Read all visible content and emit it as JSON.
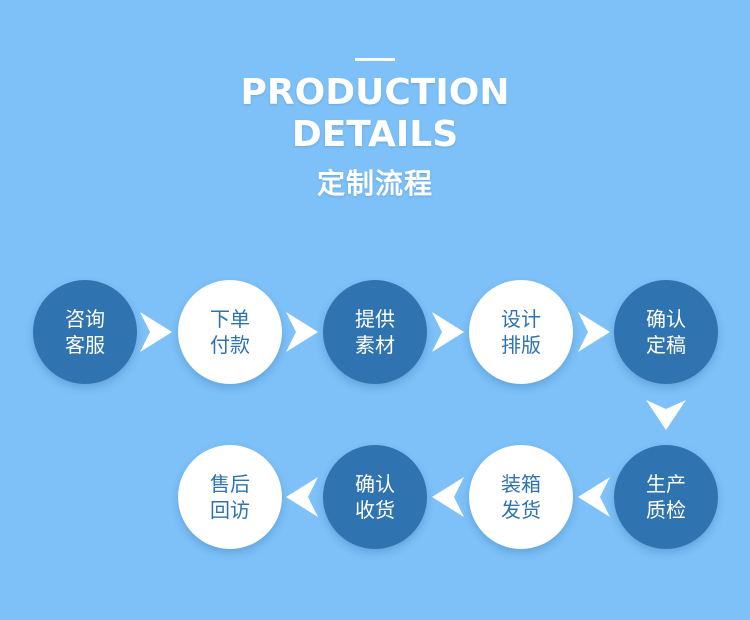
{
  "header": {
    "title_line1": "PRODUCTION",
    "title_line2": "DETAILS",
    "subtitle": "定制流程"
  },
  "steps": [
    {
      "line1": "咨询",
      "line2": "客服"
    },
    {
      "line1": "下单",
      "line2": "付款"
    },
    {
      "line1": "提供",
      "line2": "素材"
    },
    {
      "line1": "设计",
      "line2": "排版"
    },
    {
      "line1": "确认",
      "line2": "定稿"
    },
    {
      "line1": "生产",
      "line2": "质检"
    },
    {
      "line1": "装箱",
      "line2": "发货"
    },
    {
      "line1": "确认",
      "line2": "收货"
    },
    {
      "line1": "售后",
      "line2": "回访"
    }
  ],
  "colors": {
    "background": "#7dc1f8",
    "dark_circle": "#2f74b0",
    "light_circle": "#ffffff",
    "arrow": "#ffffff"
  }
}
